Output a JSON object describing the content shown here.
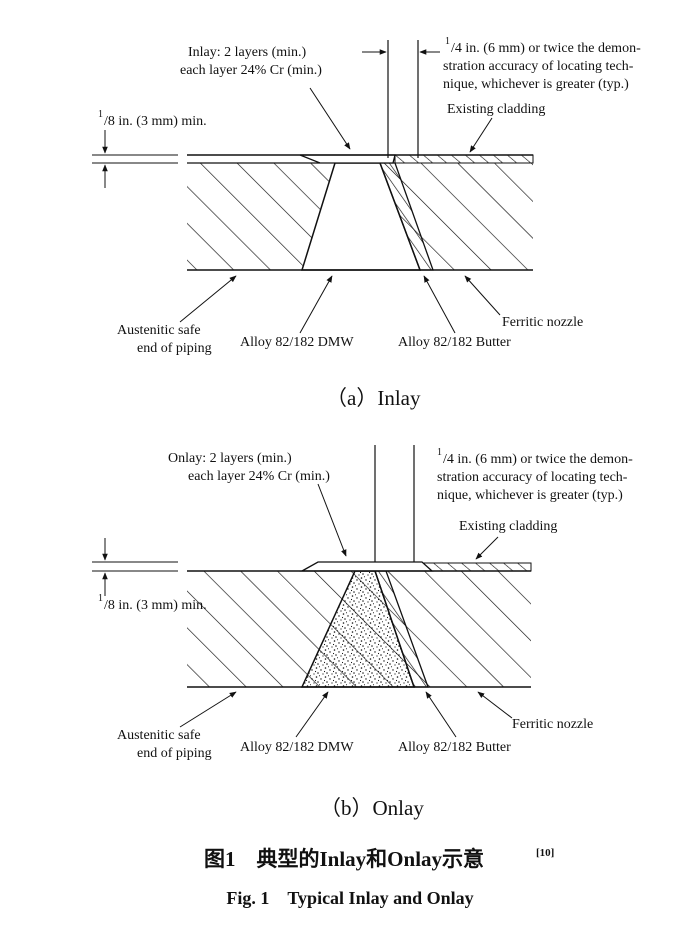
{
  "inlay": {
    "label_layers_1": "Inlay: 2 layers (min.)",
    "label_layers_2": "each layer 24% Cr (min.)",
    "label_width_frac": "1",
    "label_width_1": "/4 in. (6 mm) or twice the demon-",
    "label_width_2": "stration accuracy of locating tech-",
    "label_width_3": "nique, whichever is greater (typ.)",
    "label_thick_frac": "1",
    "label_thick": "/8 in. (3 mm) min.",
    "label_cladding": "Existing cladding",
    "label_austenitic_1": "Austenitic safe",
    "label_austenitic_2": "end of piping",
    "label_dmw": "Alloy 82/182 DMW",
    "label_butter": "Alloy 82/182 Butter",
    "label_ferritic": "Ferritic nozzle",
    "caption": "（a）Inlay"
  },
  "onlay": {
    "label_layers_1": "Onlay: 2 layers (min.)",
    "label_layers_2": "each layer 24% Cr (min.)",
    "label_width_frac": "1",
    "label_width_1": "/4 in. (6 mm) or twice the demon-",
    "label_width_2": "stration accuracy of locating tech-",
    "label_width_3": "nique, whichever is greater (typ.)",
    "label_thick_frac": "1",
    "label_thick": "/8 in. (3 mm) min.",
    "label_cladding": "Existing cladding",
    "label_austenitic_1": "Austenitic safe",
    "label_austenitic_2": "end of piping",
    "label_dmw": "Alloy 82/182 DMW",
    "label_butter": "Alloy 82/182 Butter",
    "label_ferritic": "Ferritic nozzle",
    "caption": "（b）Onlay"
  },
  "figure": {
    "title_cn": "图1　典型的Inlay和Onlay示意",
    "title_ref": "[10]",
    "title_en": "Fig. 1　Typical Inlay and Onlay"
  }
}
